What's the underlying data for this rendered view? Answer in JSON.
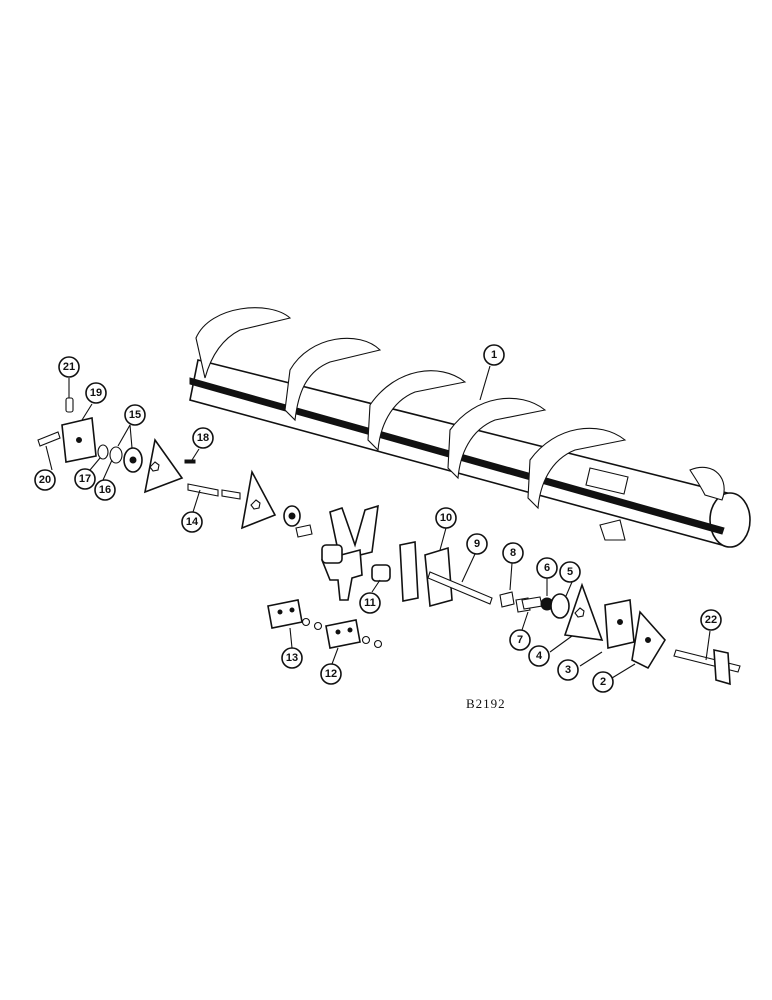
{
  "figure_ref": "B2192",
  "callouts": [
    {
      "label": "1"
    },
    {
      "label": "2"
    },
    {
      "label": "3"
    },
    {
      "label": "4"
    },
    {
      "label": "5"
    },
    {
      "label": "6"
    },
    {
      "label": "7"
    },
    {
      "label": "8"
    },
    {
      "label": "9"
    },
    {
      "label": "10"
    },
    {
      "label": "11"
    },
    {
      "label": "12"
    },
    {
      "label": "13"
    },
    {
      "label": "14"
    },
    {
      "label": "15"
    },
    {
      "label": "16"
    },
    {
      "label": "17"
    },
    {
      "label": "18"
    },
    {
      "label": "19"
    },
    {
      "label": "20"
    },
    {
      "label": "21"
    },
    {
      "label": "22"
    }
  ],
  "colors": {
    "ink": "#111111",
    "paper": "#ffffff"
  }
}
